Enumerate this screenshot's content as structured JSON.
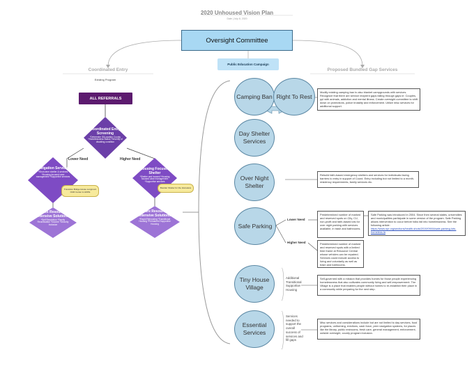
{
  "header": {
    "title": "2020 Unhoused Vision Plan",
    "subtitle": "Date  |  July 8, 2020"
  },
  "oversight_committee": "Oversight Committee",
  "public_education": "Public Education Campaign",
  "left": {
    "heading": "Coordinated Entry",
    "existing": "Existing Program",
    "all_referrals": "ALL REFERRALS",
    "screening": {
      "title": "Coordinated Entry Screening",
      "bullets": "*Determine ID/Location County *Homelessness Status *Severity of disabling condition"
    },
    "lower_need": "Lower Need",
    "higher_need": "Higher Need",
    "navigation": {
      "title": "Navigation Services",
      "bullets": "*Short-term shelter & services *Housing-focused case management *Supportive services"
    },
    "housing_shelter": {
      "title": "Housing Focused Shelter",
      "bullets": "*Shelter and housed *Housing focused case management *Supportive services"
    },
    "pill_nav": "Transition Bridge House Longmont OUR Center & HOPE",
    "pill_shelter": "Boulder Shelter for the Homeless",
    "less": {
      "title": "Less Resource Intensive Solutions",
      "bullets": "*Self Resolution *Family Reunification *Income *Security Inclusion"
    },
    "more": {
      "title": "More Resource Intensive Solutions",
      "bullets": "*Rapid Rehousing *Transitional Housing *Permanent Supportive Housing"
    }
  },
  "right": {
    "heading": "Proposed Bundled Gap Services",
    "camping_ban": "Camping Ban",
    "right_to_rest": "Right To Rest",
    "camping_text": "Modify existing camping ban to also blanket campgrounds with services. Recognize that there are service recipient gaps falling through gaps ie: Couples, ppl with animals, addiction and mental illness. Create oversight committee to shift down on protections, police brutality and enforcement. Utilize misc services for additional support.",
    "day_shelter": "Day Shelter Services",
    "overnight": "Over Night Shelter",
    "overnight_text": "Rebuild faith-based emergency shelters and services for individuals facing barriers to entry in support of Coord. Entry including but not limited to a month-residency requirements, family services etc.",
    "safe_parking": "Safe Parking",
    "sp_lower": "Lower Need",
    "sp_higher": "Higher Need",
    "sp_lower_text": "Predetermined number of marked and reserved spots on City, CU, non-profit and faith-based lots for over night parking with services available, in trash and bathrooms.",
    "sp_note_text": "Safe Parking was introduced in 2004. Since then several states, universities and municipalities participate in some version of the program. Safe Parking allows intervention to occur before folks fall into homelessness. See the following article:",
    "sp_note_link": "https://www.npr.org/sections/health-shots/2019/09/04/safe-parking-lots-homeless-la",
    "sp_higher_text": "Predetermined number of marked and reserved spots with a limited time frame at Resource Central whose vehicles can be repaired. Services could include access to living and voluntarily as well as trash and bathrooms.",
    "tiny_house": "Tiny House Village",
    "tiny_label": "Additional Transitional Supportive Housing",
    "tiny_text": "Self-governed with a mission that provides homes for those people experiencing homelessness that also cultivates community living and self-empowerment. The Village is a place that enables people without homes to re-establish their place in a community while preparing for the next step.",
    "essential": "Essential Services",
    "essential_label": "Services needed to support the overall success of services and fill gaps",
    "essential_text": "Misc services and considerations include but are not limited to day services, food programs, uniforming, evictions, cash force, peer navigation systems, for places like the library, public restrooms, fresh care, general management, enforcement, outside oversight, county program inclusion."
  },
  "colors": {
    "oversight_fill": "#a8d8f3",
    "circle_fill": "#b8d7e8",
    "diamond_purple": "#6b3fa8",
    "referral_dark": "#5c1a6e",
    "pill_yellow": "#f7ea9c"
  }
}
